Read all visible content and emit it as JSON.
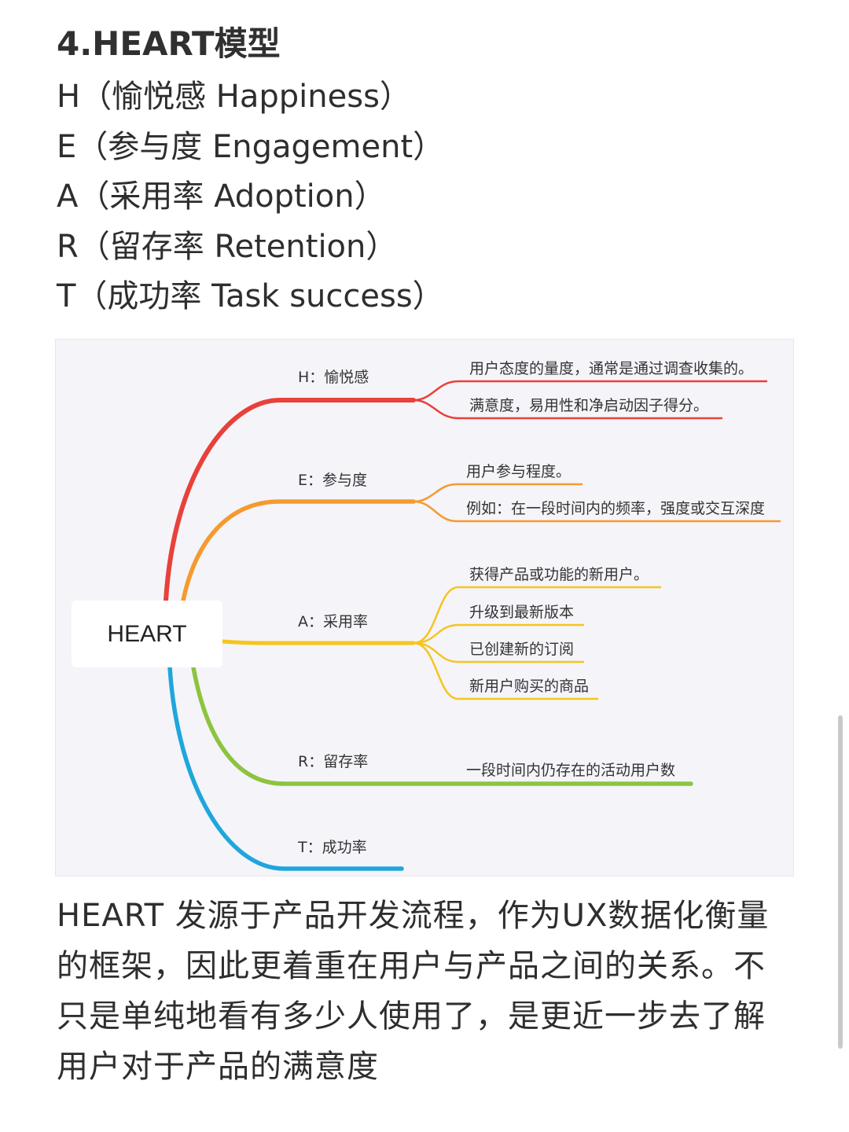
{
  "heading": "4.HEART模型",
  "dimensions": [
    "H（愉悦感 Happiness）",
    "E（参与度 Engagement）",
    "A（采用率 Adoption）",
    "R（留存率 Retention）",
    "T（成功率 Task success）"
  ],
  "mindmap": {
    "center": "HEART",
    "branches": [
      {
        "label": "H：愉悦感",
        "color": "#e8413a",
        "leaves": [
          "用户态度的量度，通常是通过调查收集的。",
          "满意度，易用性和净启动因子得分。"
        ]
      },
      {
        "label": "E：参与度",
        "color": "#f59a2f",
        "leaves": [
          "用户参与程度。",
          "例如：在一段时间内的频率，强度或交互深度"
        ]
      },
      {
        "label": "A：采用率",
        "color": "#f5c51e",
        "leaves": [
          "获得产品或功能的新用户。",
          "升级到最新版本",
          "已创建新的订阅",
          "新用户购买的商品"
        ]
      },
      {
        "label": "R：留存率",
        "color": "#8cc43f",
        "leaves": [
          "一段时间内仍存在的活动用户数"
        ]
      },
      {
        "label": "T：成功率",
        "color": "#1fa6dc",
        "leaves": []
      }
    ]
  },
  "paragraph": "HEART 发源于产品开发流程，作为UX数据化衡量的框架，因此更着重在用户与产品之间的关系。不只是单纯地看有多少人使用了，是更近一步去了解用户对于产品的满意度"
}
